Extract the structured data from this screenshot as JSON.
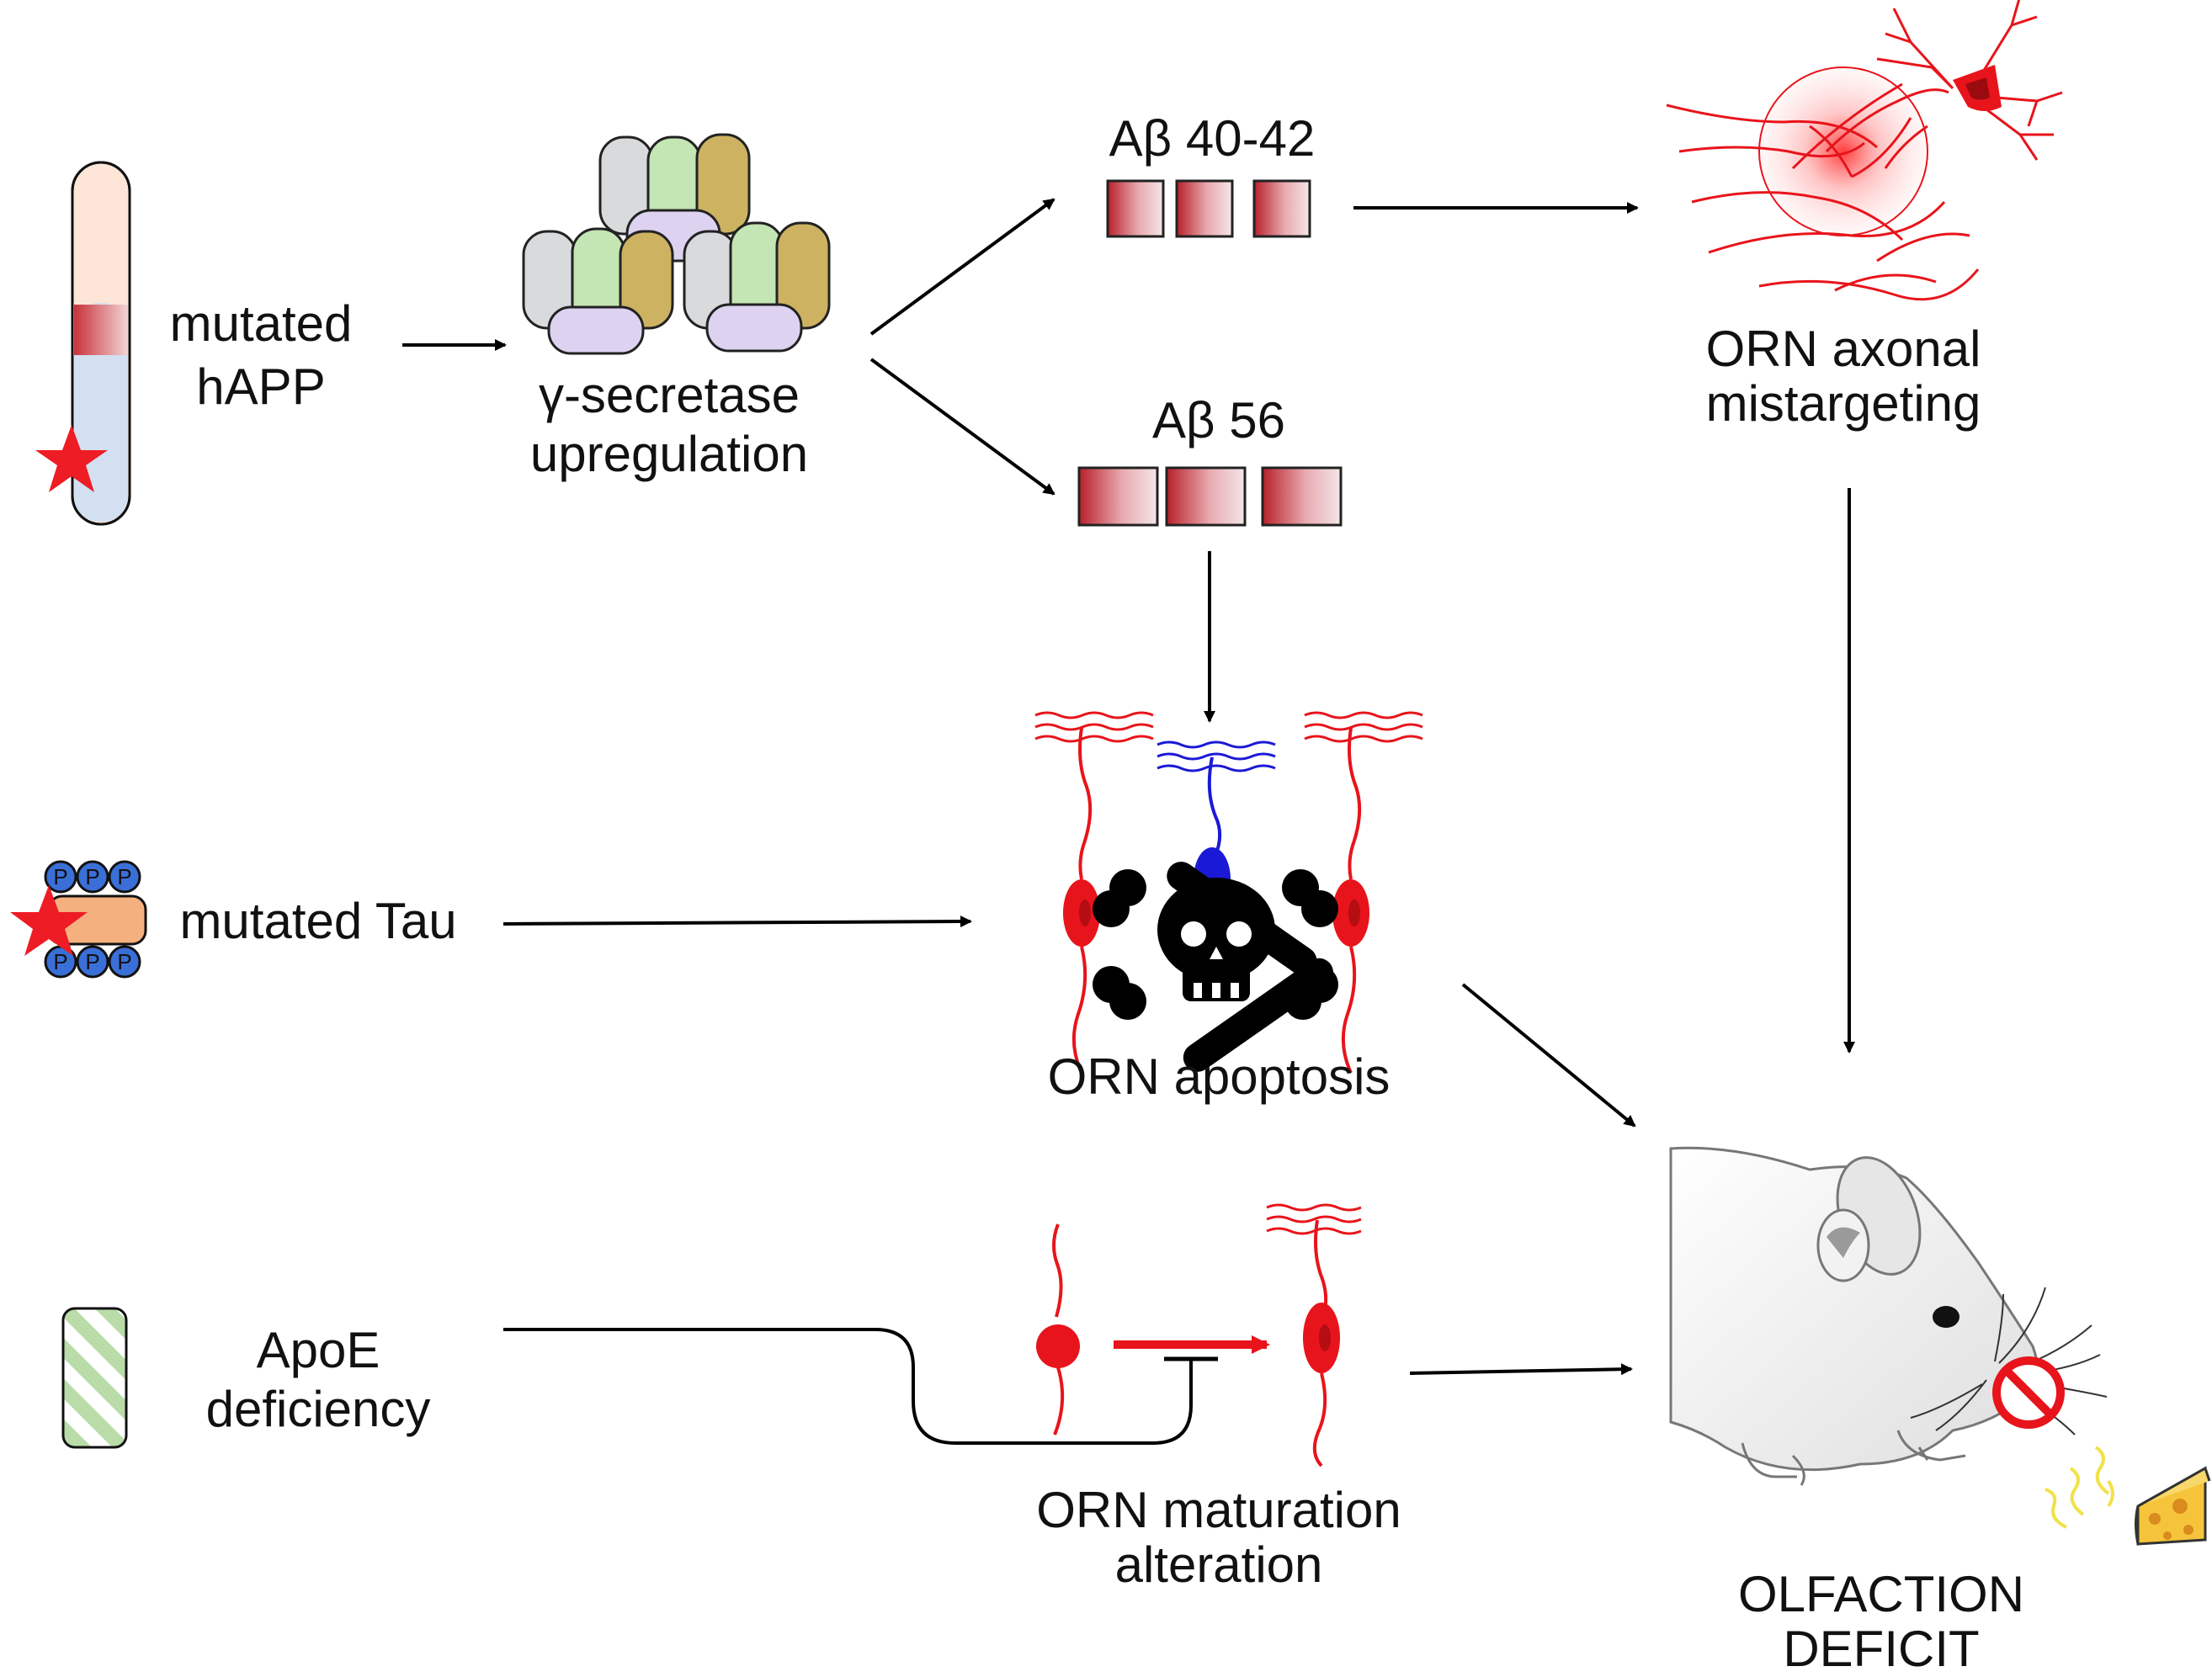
{
  "labels": {
    "happp_line1": "mutated",
    "happp_line2": "hAPP",
    "secretase_line1": "γ-secretase",
    "secretase_line2": "upregulation",
    "abeta4042": "Aβ 40-42",
    "abeta56": "Aβ 56",
    "mistarget_line1": "ORN axonal",
    "mistarget_line2": "mistargeting",
    "tau": "mutated Tau",
    "phospho": "P",
    "apoptosis": "ORN apoptosis",
    "apoe_line1": "ApoE",
    "apoe_line2": "deficiency",
    "maturation_line1": "ORN maturation",
    "maturation_line2": "alteration",
    "deficit_line1": "OLFACTION",
    "deficit_line2": "DEFICIT"
  },
  "colors": {
    "neuron_red": "#e8141b",
    "neuron_blue": "#1a1ad6",
    "abeta_dark": "#b8202a",
    "star_red": "#ee1c24",
    "phospho_blue": "#3a6fd8",
    "tau_orange": "#f5b07f",
    "apoe_green": "#b9dca8",
    "secretase_grey": "#d9dadc",
    "secretase_green": "#c3e6b4",
    "secretase_olive": "#cdb262",
    "secretase_purple": "#ddd2f0"
  },
  "icons": [
    "chromosome-icon",
    "secretase-complex-icon",
    "star-icon",
    "neuron-icon",
    "skull-crossbones-icon",
    "mouse-icon",
    "no-symbol-icon",
    "cheese-icon"
  ]
}
